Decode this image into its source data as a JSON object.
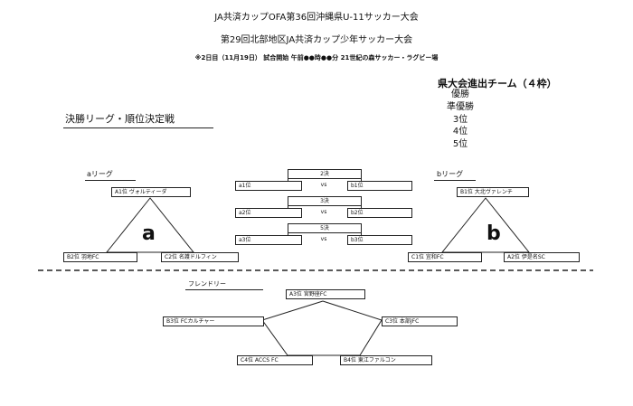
{
  "header": {
    "title_line1": "JA共済カップOFA第36回沖縄県U-11サッカー大会",
    "title_line2": "第29回北部地区JA共済カップ少年サッカー大会",
    "schedule": "※2日目（11月19日） 試合開始 午前●●時●●分 21世紀の森サッカー・ラグビー場"
  },
  "advancing": {
    "heading": "県大会進出チーム（４枠）",
    "places": [
      "優勝",
      "準優勝",
      "3位",
      "4位",
      "5位"
    ]
  },
  "section_title": "決勝リーグ・順位決定戦",
  "league_a": {
    "label": "aリーグ",
    "letter": "a",
    "top": "A1位 ヴォルティーダ",
    "bottom_left": "B2位 羽地FC",
    "bottom_right": "C2位 名護ドルフィン"
  },
  "league_b": {
    "label": "bリーグ",
    "letter": "b",
    "top": "B1位 大北ヴァレンチ",
    "bottom_left": "C1位 宜和FC",
    "bottom_right": "A2位 伊是名SC"
  },
  "playoffs": [
    {
      "title": "2決",
      "left": "a1位",
      "vs": "vs",
      "right": "b1位"
    },
    {
      "title": "3決",
      "left": "a2位",
      "vs": "vs",
      "right": "b2位"
    },
    {
      "title": "5決",
      "left": "a3位",
      "vs": "vs",
      "right": "b3位"
    }
  ],
  "friendly": {
    "label": "フレンドリー",
    "top": "A3位 宮野座FC",
    "left": "B3位 FCカルチャー",
    "right": "C3位 本部JFC",
    "bottom_left": "C4位 ACCS FC",
    "bottom_right": "B4位 東江ファルコン"
  }
}
